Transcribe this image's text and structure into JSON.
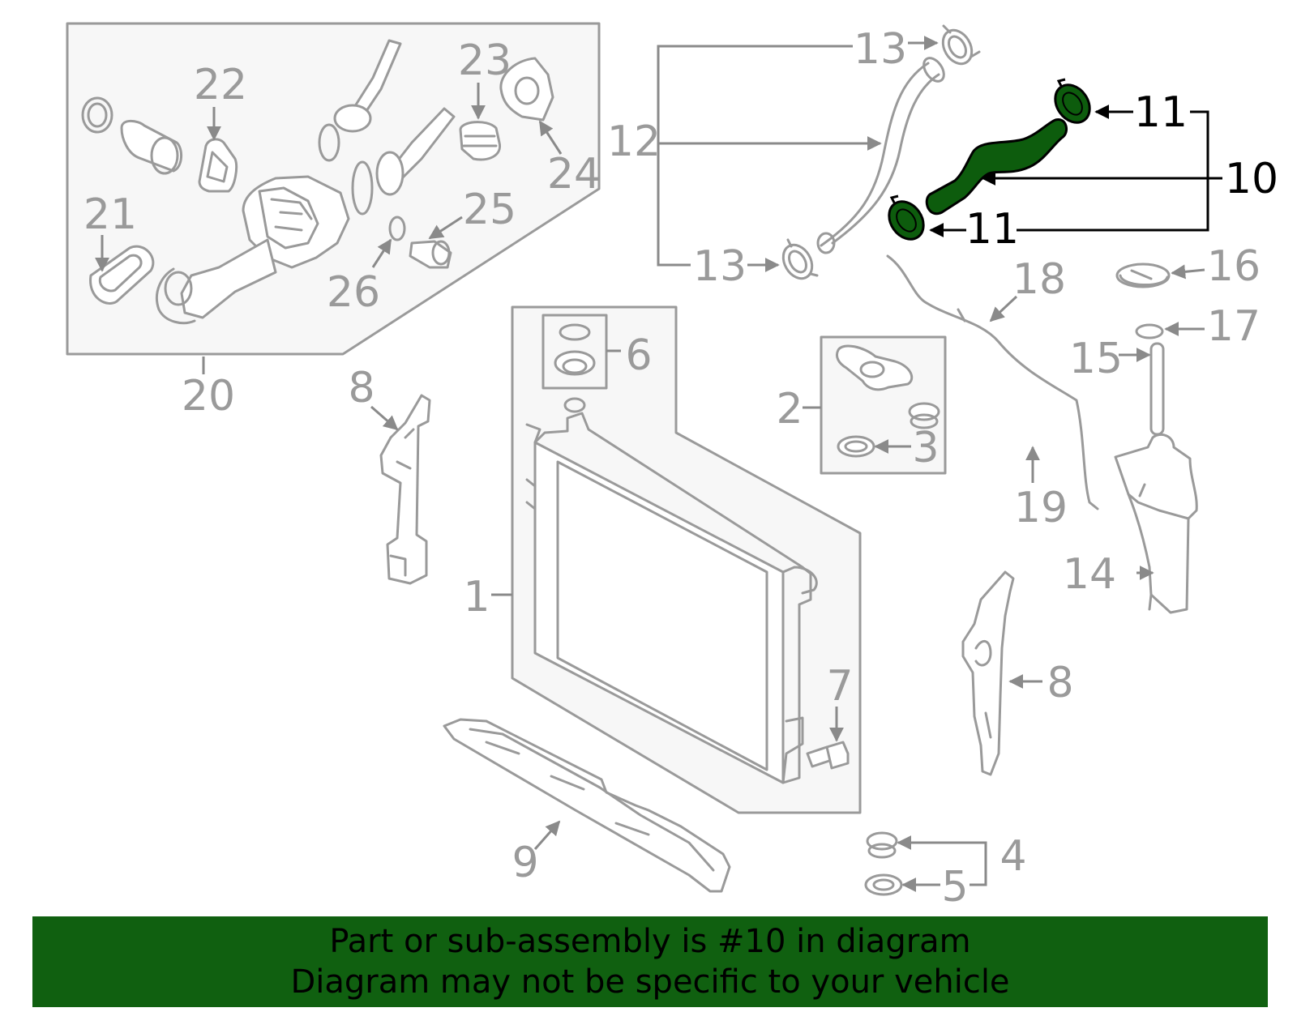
{
  "callouts": {
    "c1": "1",
    "c2": "2",
    "c3": "3",
    "c4": "4",
    "c5": "5",
    "c6": "6",
    "c7": "7",
    "c8": "8",
    "c9": "9",
    "c10": "10",
    "c11": "11",
    "c12": "12",
    "c13": "13",
    "c14": "14",
    "c15": "15",
    "c16": "16",
    "c17": "17",
    "c18": "18",
    "c19": "19",
    "c20": "20",
    "c21": "21",
    "c22": "22",
    "c23": "23",
    "c24": "24",
    "c25": "25",
    "c26": "26"
  },
  "highlight": {
    "part": "10",
    "color": "#0d5c0d"
  },
  "footer": {
    "line1": "Part or sub-assembly is #10 in diagram",
    "line2": "Diagram may not be specific to your vehicle"
  }
}
